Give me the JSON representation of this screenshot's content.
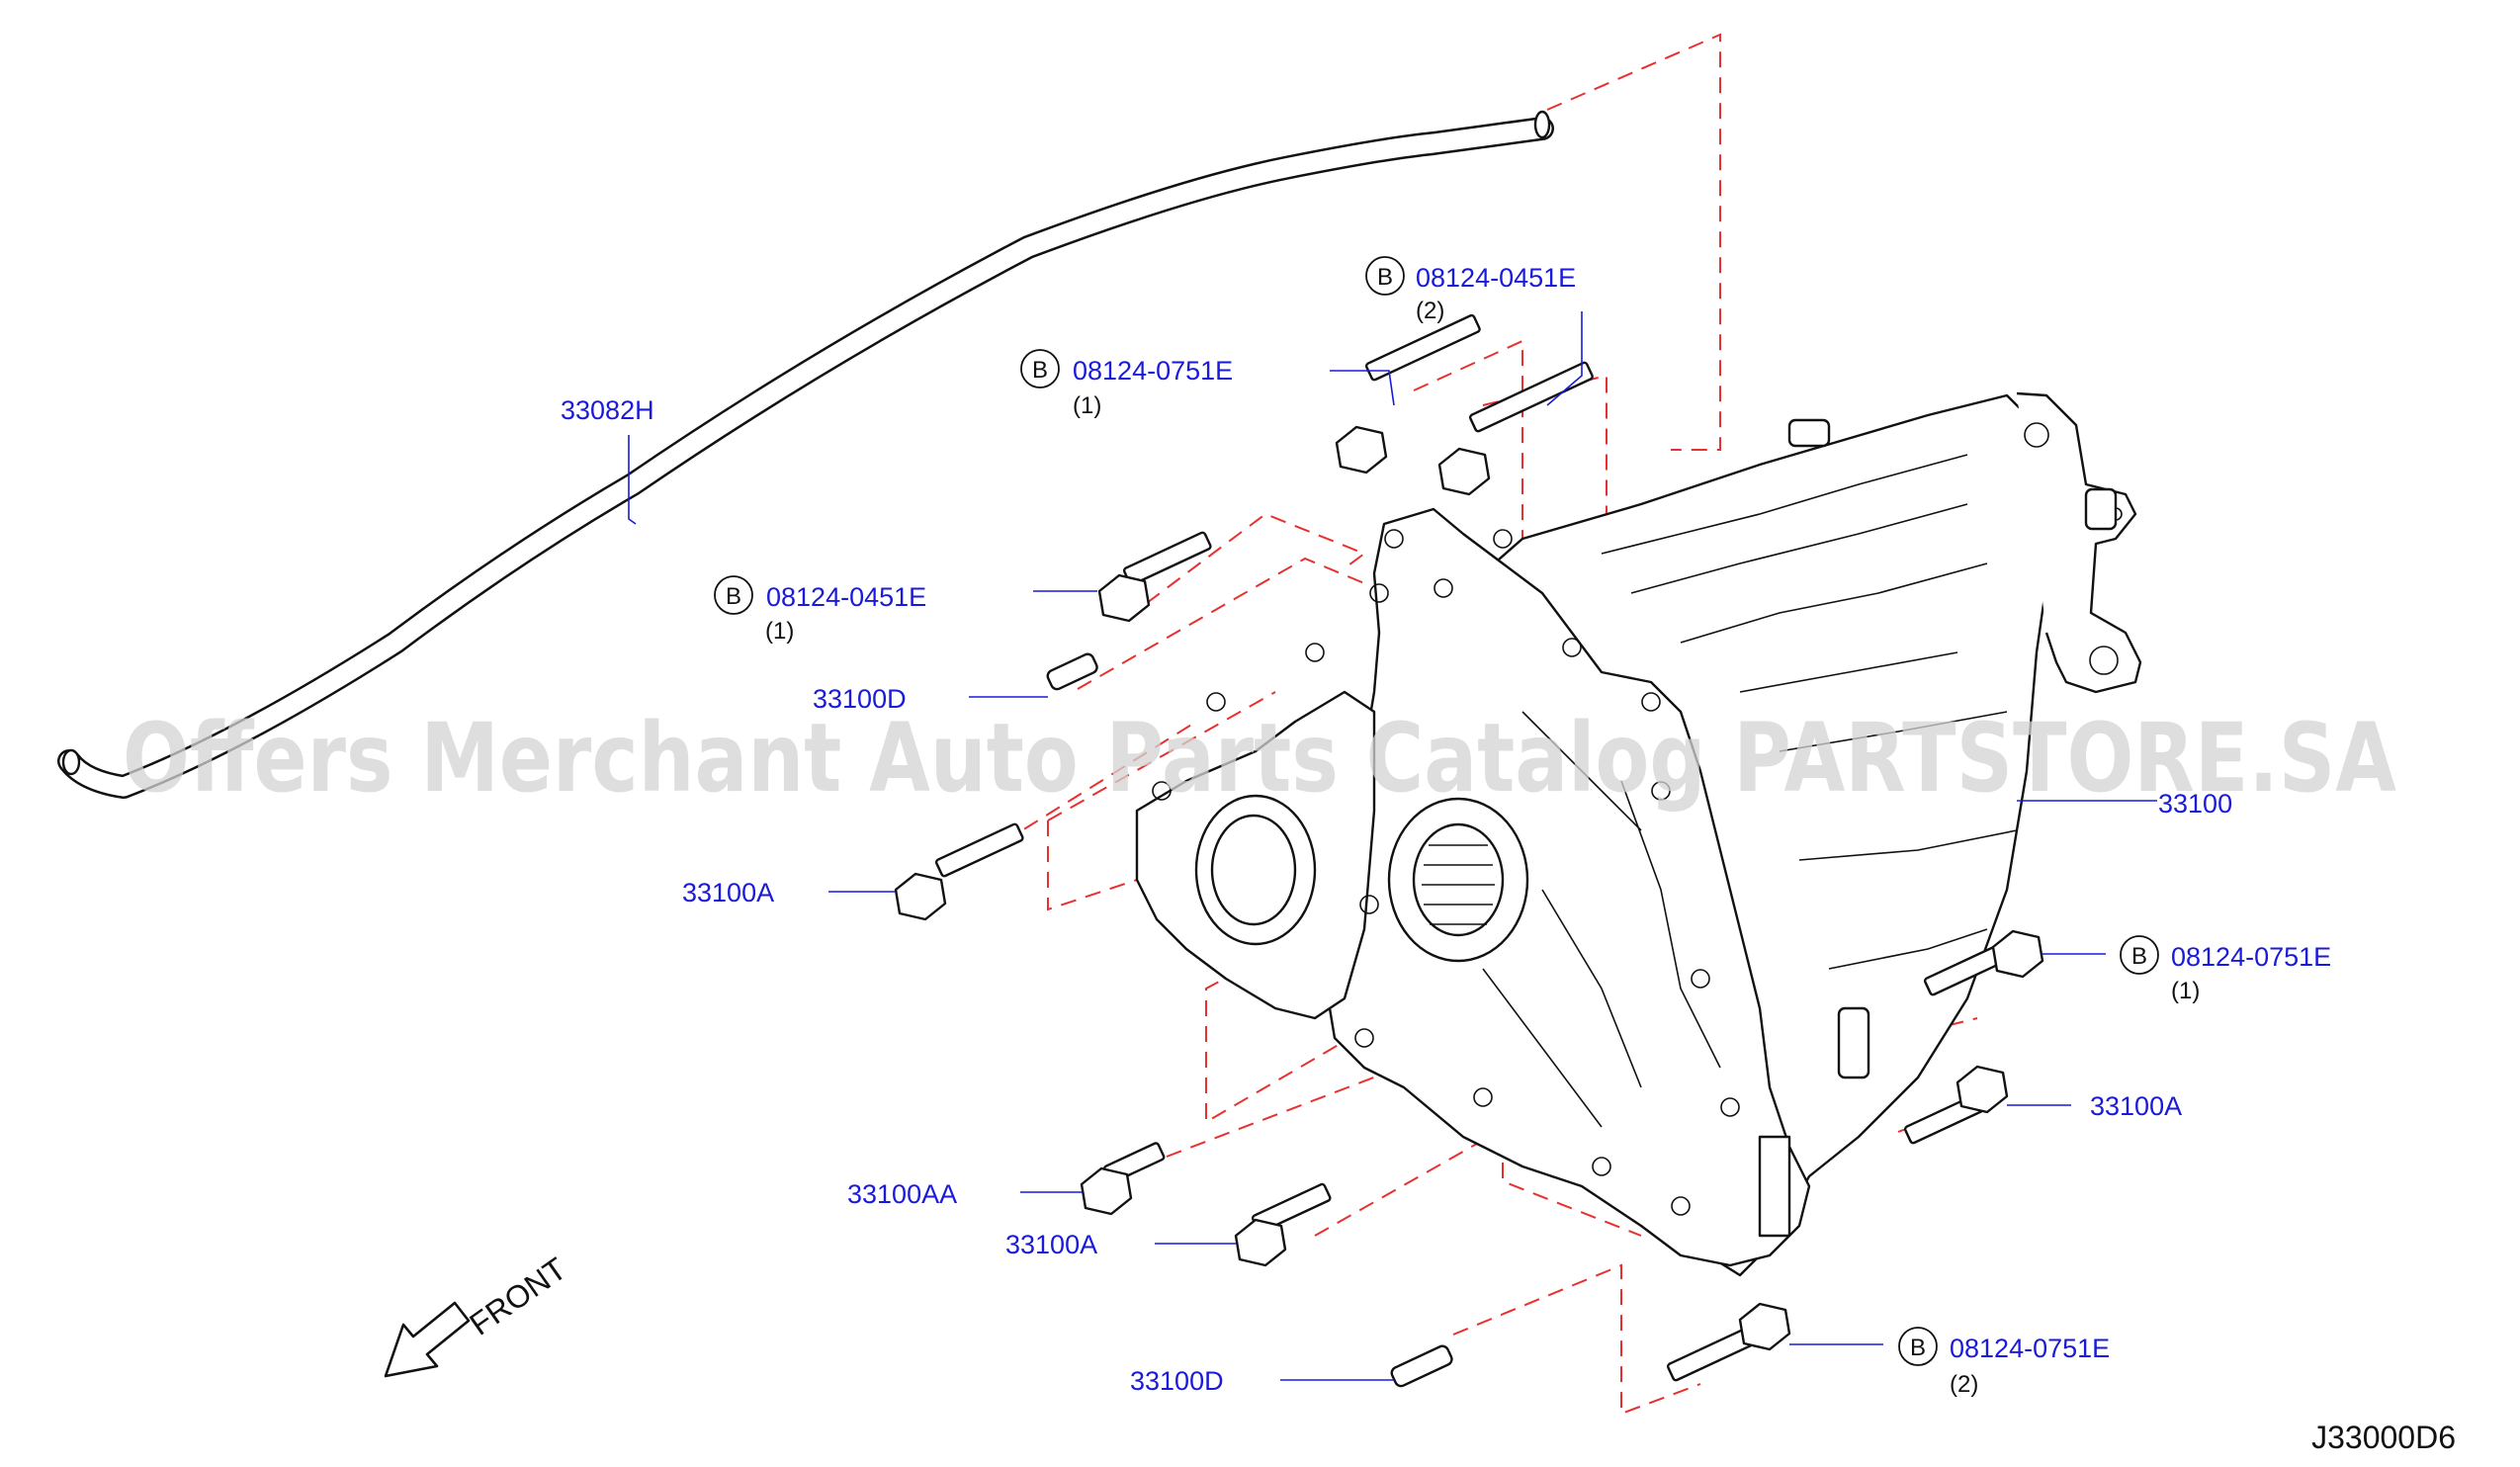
{
  "watermark": "Offers Merchant Auto Parts Catalog PARTSTORE.SA",
  "diagram_code": "J33000D6",
  "front_label": "FRONT",
  "callouts": {
    "tube": {
      "part": "33082H"
    },
    "bolt_top_right": {
      "mark": "B",
      "part": "08124-0451E",
      "qty": "(2)"
    },
    "bolt_top_left": {
      "mark": "B",
      "part": "08124-0751E",
      "qty": "(1)"
    },
    "bolt_left_upper": {
      "mark": "B",
      "part": "08124-0451E",
      "qty": "(1)"
    },
    "dowel_upper": {
      "part": "33100D"
    },
    "transfer_assy": {
      "part": "33100"
    },
    "bolt_left_mid": {
      "part": "33100A"
    },
    "bolt_right_upper": {
      "mark": "B",
      "part": "08124-0751E",
      "qty": "(1)"
    },
    "bolt_right_lower": {
      "part": "33100A"
    },
    "bolt_aa": {
      "part": "33100AA"
    },
    "bolt_left_lower": {
      "part": "33100A"
    },
    "dowel_lower": {
      "part": "33100D"
    },
    "bolt_bottom_right": {
      "mark": "B",
      "part": "08124-0751E",
      "qty": "(2)"
    }
  },
  "colors": {
    "label": "#1a1adb",
    "dashed_line": "#e83030",
    "linework": "#111111",
    "watermark": "#d4d4d4"
  },
  "icons": [
    "front-arrow-icon"
  ]
}
